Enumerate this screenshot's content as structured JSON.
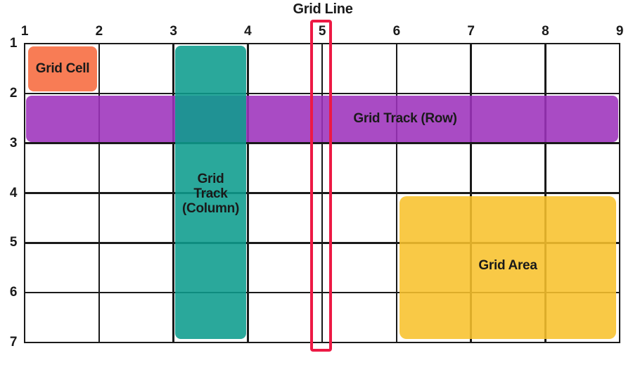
{
  "diagram": {
    "grid_line_label": "Grid Line",
    "cell_label": "Grid Cell",
    "row_track_label": "Grid Track (Row)",
    "column_track_label_lines": [
      "Grid",
      "Track",
      "(Column)"
    ],
    "area_label": "Grid Area",
    "column_numbers": [
      "1",
      "2",
      "3",
      "4",
      "5",
      "6",
      "7",
      "8",
      "9"
    ],
    "row_numbers": [
      "1",
      "2",
      "3",
      "4",
      "5",
      "6",
      "7"
    ],
    "colors": {
      "grid_line": "#1a1a1a",
      "cell_fill": "#F87C55",
      "row_track_fill": "#A94BC4",
      "column_track_fill": "#2AA89B",
      "area_fill": "#F9C845",
      "highlight_outline": "#ED1944",
      "text": "#1a1a1a"
    }
  }
}
